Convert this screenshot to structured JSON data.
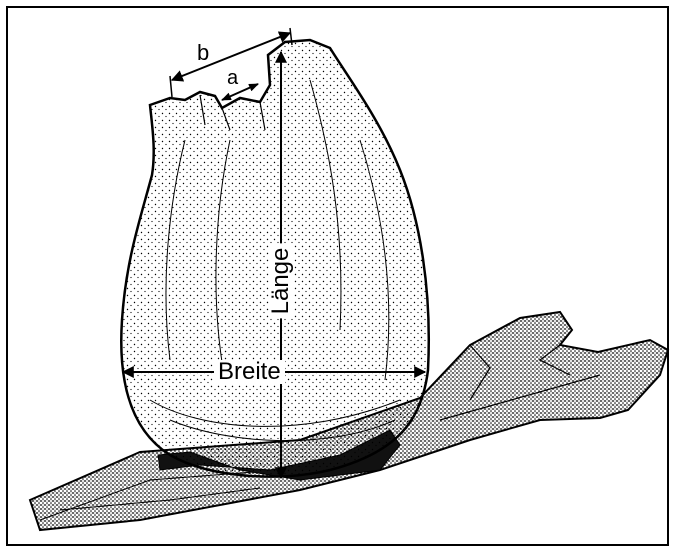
{
  "labels": {
    "b": "b",
    "a": "a",
    "length": "Länge",
    "width": "Breite"
  }
}
